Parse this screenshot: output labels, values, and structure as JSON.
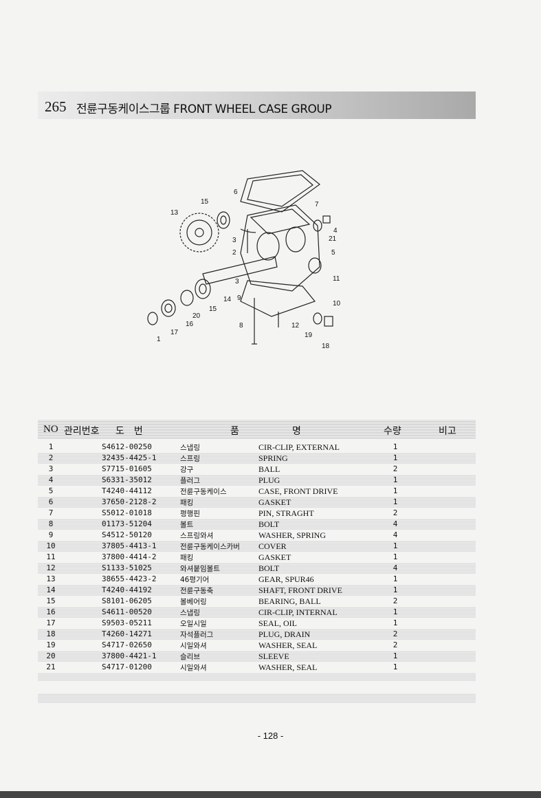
{
  "header": {
    "number": "265",
    "title": "전륜구동케이스그룹 FRONT WHEEL CASE GROUP"
  },
  "table": {
    "headers": {
      "no": "NO",
      "mgmt": "관리번호",
      "drawing": "도　번",
      "name1": "품",
      "name2": "명",
      "qty": "수량",
      "remarks": "비고"
    },
    "rows": [
      {
        "no": "1",
        "code": "S4612-00250",
        "kr": "스냅링",
        "en": "CIR-CLIP, EXTERNAL",
        "qty": "1"
      },
      {
        "no": "2",
        "code": "32435-4425-1",
        "kr": "스프링",
        "en": "SPRING",
        "qty": "1"
      },
      {
        "no": "3",
        "code": "S7715-01605",
        "kr": "강구",
        "en": "BALL",
        "qty": "2"
      },
      {
        "no": "4",
        "code": "S6331-35012",
        "kr": "플러그",
        "en": "PLUG",
        "qty": "1"
      },
      {
        "no": "5",
        "code": "T4240-44112",
        "kr": "전륜구동케이스",
        "en": "CASE, FRONT DRIVE",
        "qty": "1"
      },
      {
        "no": "6",
        "code": "37650-2128-2",
        "kr": "패킹",
        "en": "GASKET",
        "qty": "1"
      },
      {
        "no": "7",
        "code": "S5012-01018",
        "kr": "평행핀",
        "en": "PIN, STRAGHT",
        "qty": "2"
      },
      {
        "no": "8",
        "code": "01173-51204",
        "kr": "볼트",
        "en": "BOLT",
        "qty": "4"
      },
      {
        "no": "9",
        "code": "S4512-50120",
        "kr": "스프링와셔",
        "en": "WASHER, SPRING",
        "qty": "4"
      },
      {
        "no": "10",
        "code": "37805-4413-1",
        "kr": "전륜구동케이스카버",
        "en": "COVER",
        "qty": "1"
      },
      {
        "no": "11",
        "code": "37800-4414-2",
        "kr": "패킹",
        "en": "GASKET",
        "qty": "1"
      },
      {
        "no": "12",
        "code": "S1133-51025",
        "kr": "와셔붙임볼트",
        "en": "BOLT",
        "qty": "4"
      },
      {
        "no": "13",
        "code": "38655-4423-2",
        "kr": "46평기어",
        "en": "GEAR, SPUR46",
        "qty": "1"
      },
      {
        "no": "14",
        "code": "T4240-44192",
        "kr": "전륜구동축",
        "en": "SHAFT, FRONT DRIVE",
        "qty": "1"
      },
      {
        "no": "15",
        "code": "S8101-06205",
        "kr": "볼베어링",
        "en": "BEARING, BALL",
        "qty": "2"
      },
      {
        "no": "16",
        "code": "S4611-00520",
        "kr": "스냅링",
        "en": "CIR-CLIP, INTERNAL",
        "qty": "1"
      },
      {
        "no": "17",
        "code": "S9503-05211",
        "kr": "오일시일",
        "en": "SEAL, OIL",
        "qty": "1"
      },
      {
        "no": "18",
        "code": "T4260-14271",
        "kr": "자석플러그",
        "en": "PLUG, DRAIN",
        "qty": "2"
      },
      {
        "no": "19",
        "code": "S4717-02650",
        "kr": "시일와셔",
        "en": "WASHER, SEAL",
        "qty": "2"
      },
      {
        "no": "20",
        "code": "37800-4421-1",
        "kr": "슬리브",
        "en": "SLEEVE",
        "qty": "1"
      },
      {
        "no": "21",
        "code": "S4717-01200",
        "kr": "시일와셔",
        "en": "WASHER, SEAL",
        "qty": "1"
      }
    ]
  },
  "diagram_labels": [
    "1",
    "2",
    "3",
    "3",
    "4",
    "5",
    "6",
    "7",
    "8",
    "9",
    "10",
    "11",
    "12",
    "13",
    "14",
    "15",
    "15",
    "16",
    "17",
    "18",
    "19",
    "20",
    "21"
  ],
  "footer": {
    "page": "- 128 -"
  }
}
